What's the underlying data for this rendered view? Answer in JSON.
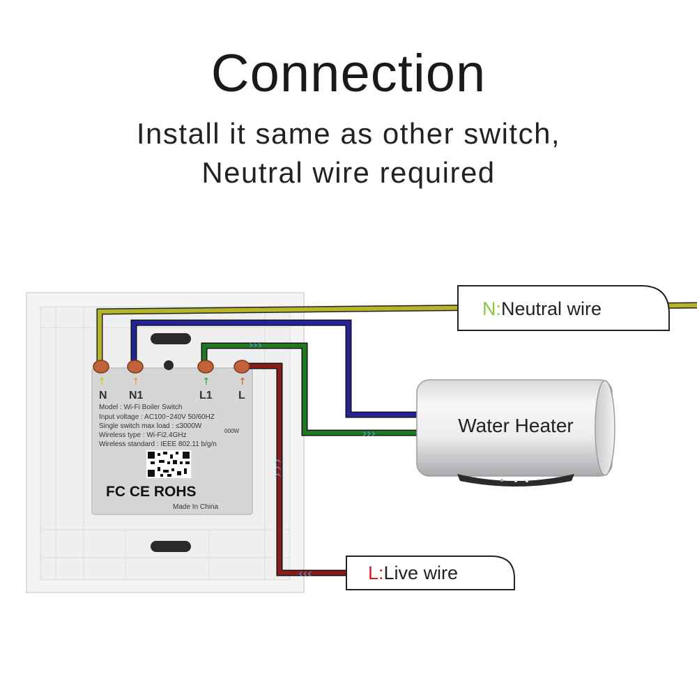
{
  "header": {
    "title": "Connection",
    "subtitle_line1": "Install it same as other switch,",
    "subtitle_line2": "Neutral wire required"
  },
  "terminals": [
    "N",
    "N1",
    "L1",
    "L"
  ],
  "switch_label": {
    "model": "Model : Wi-Fi Boiler Switch",
    "input_voltage": "Input voltage : AC100~240V  50/60HZ",
    "max_load": "Single switch max load : ≤3000W",
    "max_load_note": "000W",
    "wireless_type": "Wireless type : Wi-Fi2.4GHz",
    "wireless_standard": "Wireless standard : IEEE 802.11 b/g/n",
    "certifications": "FC CE ROHS",
    "origin": "Made In China"
  },
  "callouts": {
    "neutral_key": "N:",
    "neutral_text": "Neutral wire",
    "live_key": "L:",
    "live_text": "Live wire"
  },
  "appliance": {
    "label": "Water Heater"
  },
  "colors": {
    "neutral_wire": "#b5b52a",
    "n1_wire": "#24249a",
    "l1_wire": "#1e7a1e",
    "live_wire": "#8b1a1a",
    "terminal": "#c0623a",
    "neutral_key": "#8cc63f",
    "live_key": "#d61f1f"
  }
}
